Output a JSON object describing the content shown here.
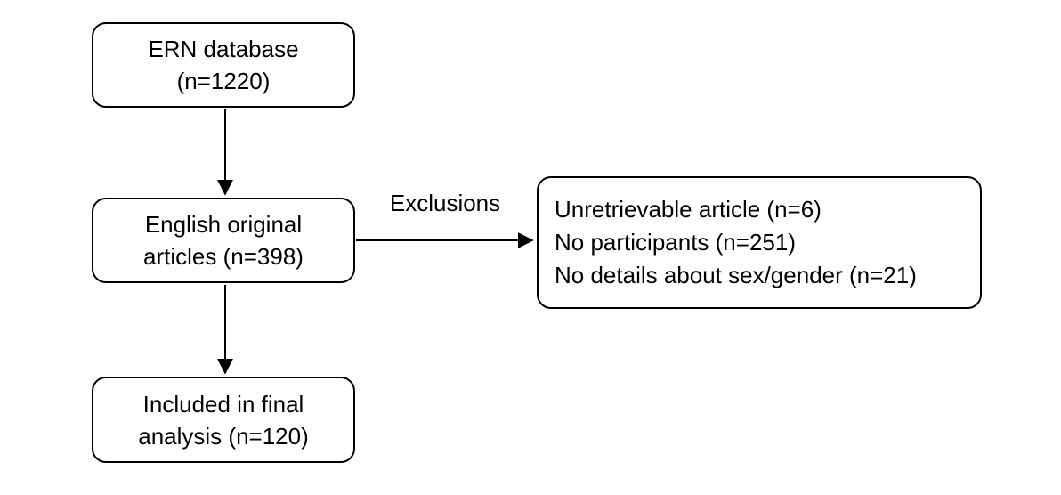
{
  "diagram": {
    "type": "flowchart",
    "background_color": "#ffffff",
    "stroke_color": "#000000",
    "text_color": "#000000",
    "nodes": [
      {
        "id": "ern-database",
        "label": "ERN database\n(n=1220)",
        "n": 1220
      },
      {
        "id": "english-articles",
        "label": "English original\narticles (n=398)",
        "n": 398
      },
      {
        "id": "included-analysis",
        "label": "Included in final\nanalysis (n=120)",
        "n": 120
      },
      {
        "id": "exclusions-detail",
        "lines": [
          "Unretrievable article (n=6)",
          "No participants (n=251)",
          "No details about sex/gender (n=21)"
        ],
        "counts": {
          "unretrievable_article": 6,
          "no_participants": 251,
          "no_details_sex_gender": 21
        }
      }
    ],
    "edges": [
      {
        "from": "ern-database",
        "to": "english-articles",
        "label": ""
      },
      {
        "from": "english-articles",
        "to": "included-analysis",
        "label": ""
      },
      {
        "from": "english-articles",
        "to": "exclusions-detail",
        "label": "Exclusions"
      }
    ]
  }
}
